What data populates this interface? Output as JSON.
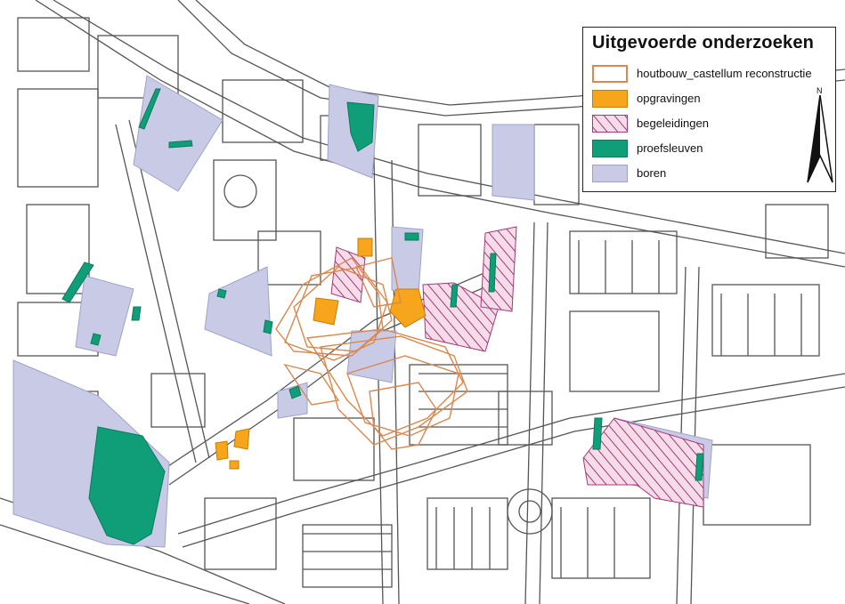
{
  "legend": {
    "title": "Uitgevoerde onderzoeken",
    "items": [
      {
        "label": "houtbouw_castellum reconstructie",
        "fill": "#ffffff",
        "stroke": "#d9884e",
        "pattern": "outline"
      },
      {
        "label": "opgravingen",
        "fill": "#f7a51c",
        "stroke": "#c67d00",
        "pattern": "solid"
      },
      {
        "label": "begeleidingen",
        "fill": "#f6dbe8",
        "stroke": "#a13b78",
        "pattern": "hatch"
      },
      {
        "label": "proefsleuven",
        "fill": "#0f9e78",
        "stroke": "#0b7a5c",
        "pattern": "solid"
      },
      {
        "label": "boren",
        "fill": "#c9cbe6",
        "stroke": "#9ea2c9",
        "pattern": "solid"
      }
    ]
  },
  "north_arrow": {
    "label": "N"
  },
  "colors": {
    "street_line": "#555555",
    "background": "#ffffff"
  }
}
